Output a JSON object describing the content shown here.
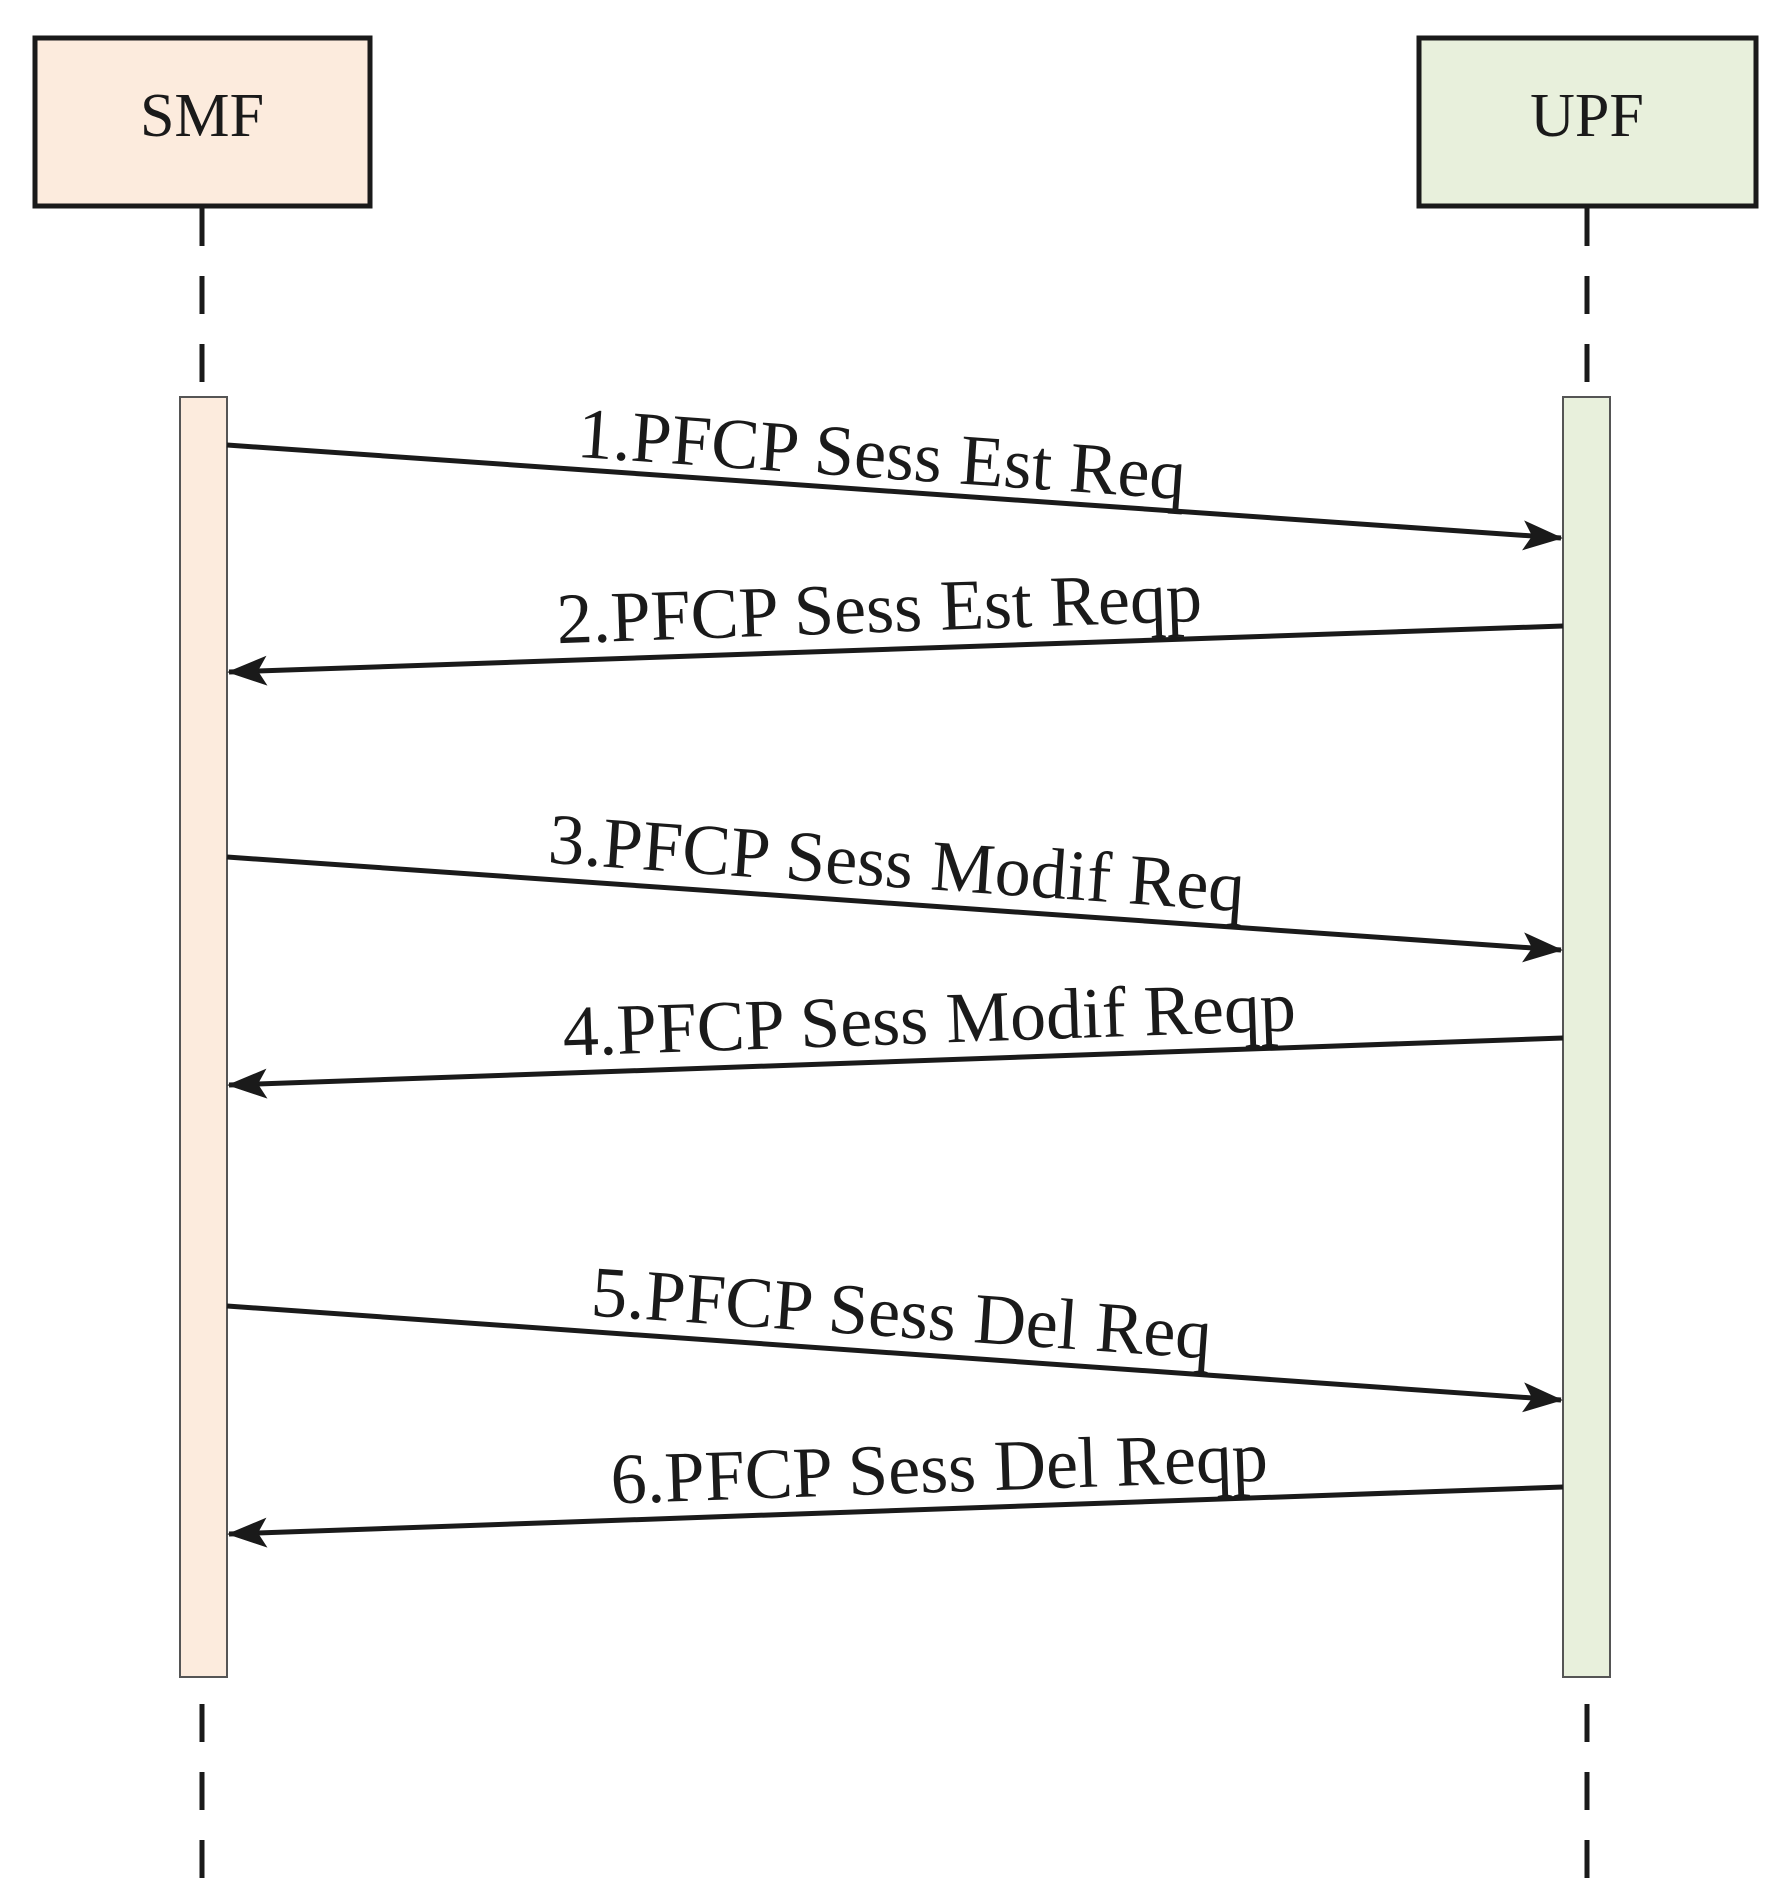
{
  "participants": [
    {
      "id": "smf",
      "label": "SMF",
      "fill": "#fcebdd"
    },
    {
      "id": "upf",
      "label": "UPF",
      "fill": "#e8f0dc"
    }
  ],
  "messages": [
    {
      "label": "1.PFCP Sess Est Req",
      "from": "smf",
      "to": "upf"
    },
    {
      "label": "2.PFCP Sess Est Reqp",
      "from": "upf",
      "to": "smf"
    },
    {
      "label": "3.PFCP Sess Modif Req",
      "from": "smf",
      "to": "upf"
    },
    {
      "label": "4.PFCP Sess Modif Reqp",
      "from": "upf",
      "to": "smf"
    },
    {
      "label": "5.PFCP Sess Del Req",
      "from": "smf",
      "to": "upf"
    },
    {
      "label": "6.PFCP Sess Del Reqp",
      "from": "upf",
      "to": "smf"
    }
  ],
  "colors": {
    "line": "#1a1a1a",
    "border": "#1a1a1a"
  }
}
